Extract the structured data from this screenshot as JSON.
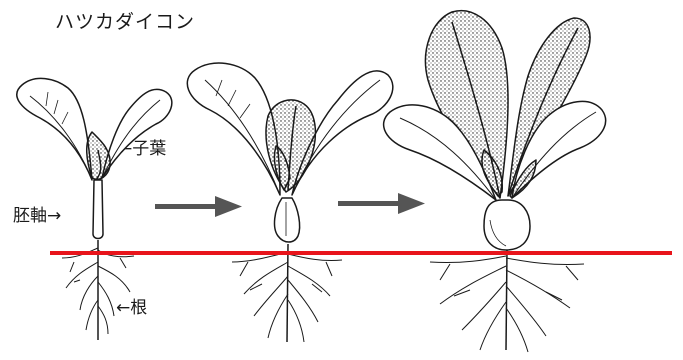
{
  "title": "ハツカダイコン",
  "labels": {
    "cotyledon": "←子葉",
    "hypocotyl": "胚軸→",
    "root": "←根"
  },
  "colors": {
    "ground_line": "#e8141b",
    "ink": "#1a1a1a",
    "arrow": "#555555"
  },
  "stages": [
    {
      "name": "seedling-cotyledon-stage"
    },
    {
      "name": "young-plant-swelling-hypocotyl"
    },
    {
      "name": "mature-plant-round-hypocotyl"
    }
  ]
}
